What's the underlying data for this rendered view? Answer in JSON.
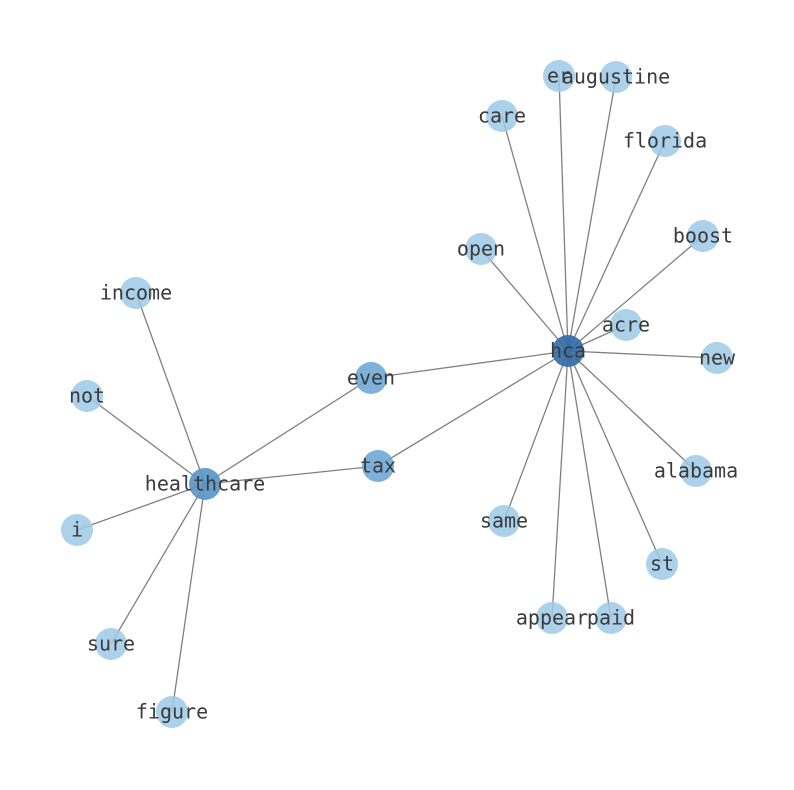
{
  "colors": {
    "edge": "#808080",
    "label": "#3a3a3a",
    "hub_primary": "#2f6aa5",
    "hub_secondary": "#5693c6",
    "bridge": "#6fa8d6",
    "leaf": "#9ec9e6"
  },
  "nodes": [
    {
      "id": "hca",
      "label": "hca",
      "level": "hub_primary"
    },
    {
      "id": "healthcare",
      "label": "healthcare",
      "level": "hub_secondary"
    },
    {
      "id": "even",
      "label": "even",
      "level": "bridge"
    },
    {
      "id": "tax",
      "label": "tax",
      "level": "bridge"
    },
    {
      "id": "er",
      "label": "er",
      "level": "leaf"
    },
    {
      "id": "augustine",
      "label": "augustine",
      "level": "leaf"
    },
    {
      "id": "care",
      "label": "care",
      "level": "leaf"
    },
    {
      "id": "florida",
      "label": "florida",
      "level": "leaf"
    },
    {
      "id": "boost",
      "label": "boost",
      "level": "leaf"
    },
    {
      "id": "open",
      "label": "open",
      "level": "leaf"
    },
    {
      "id": "acre",
      "label": "acre",
      "level": "leaf"
    },
    {
      "id": "new",
      "label": "new",
      "level": "leaf"
    },
    {
      "id": "alabama",
      "label": "alabama",
      "level": "leaf"
    },
    {
      "id": "st",
      "label": "st",
      "level": "leaf"
    },
    {
      "id": "paid",
      "label": "paid",
      "level": "leaf"
    },
    {
      "id": "appear",
      "label": "appear",
      "level": "leaf"
    },
    {
      "id": "same",
      "label": "same",
      "level": "leaf"
    },
    {
      "id": "income",
      "label": "income",
      "level": "leaf"
    },
    {
      "id": "not",
      "label": "not",
      "level": "leaf"
    },
    {
      "id": "i",
      "label": "i",
      "level": "leaf"
    },
    {
      "id": "sure",
      "label": "sure",
      "level": "leaf"
    },
    {
      "id": "figure",
      "label": "figure",
      "level": "leaf"
    }
  ],
  "edges": [
    [
      "hca",
      "er"
    ],
    [
      "hca",
      "augustine"
    ],
    [
      "hca",
      "care"
    ],
    [
      "hca",
      "florida"
    ],
    [
      "hca",
      "boost"
    ],
    [
      "hca",
      "open"
    ],
    [
      "hca",
      "acre"
    ],
    [
      "hca",
      "new"
    ],
    [
      "hca",
      "alabama"
    ],
    [
      "hca",
      "st"
    ],
    [
      "hca",
      "paid"
    ],
    [
      "hca",
      "appear"
    ],
    [
      "hca",
      "same"
    ],
    [
      "hca",
      "even"
    ],
    [
      "hca",
      "tax"
    ],
    [
      "healthcare",
      "even"
    ],
    [
      "healthcare",
      "tax"
    ],
    [
      "healthcare",
      "income"
    ],
    [
      "healthcare",
      "not"
    ],
    [
      "healthcare",
      "i"
    ],
    [
      "healthcare",
      "sure"
    ],
    [
      "healthcare",
      "figure"
    ]
  ]
}
